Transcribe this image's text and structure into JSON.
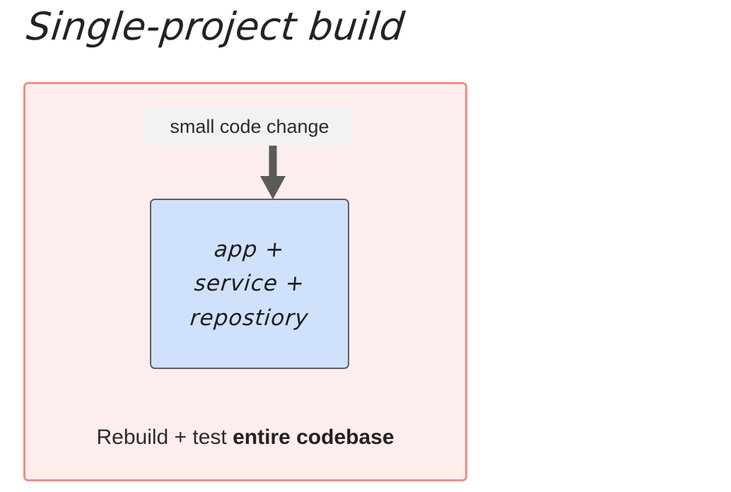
{
  "slide": {
    "title": "Single-project build"
  },
  "diagram": {
    "input_label": "small code change",
    "arrow": {
      "direction": "down",
      "color": "#5a5a5a"
    },
    "component_box": {
      "fill_color": "#d0e1fc",
      "border_color": "#5e5e5e",
      "lines": [
        "app +",
        "service +",
        "repostiory"
      ]
    },
    "container": {
      "fill_color": "#fdeded",
      "border_color": "#fa8a85"
    },
    "caption": {
      "prefix": "Rebuild + test ",
      "emphasis": "entire codebase"
    }
  }
}
